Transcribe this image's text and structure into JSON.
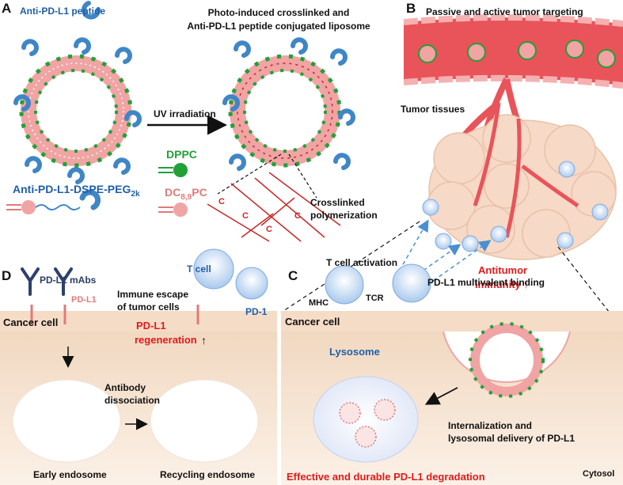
{
  "panel_letters": {
    "a": "A",
    "b": "B",
    "c": "C",
    "d": "D"
  },
  "panel_a": {
    "legend_peptide": "Anti-PD-L1 peptide",
    "title_line1": "Photo-induced crosslinked and",
    "title_line2": "Anti-PD-L1 peptide conjugated liposome",
    "arrow_label": "UV irradiation",
    "dppc": "DPPC",
    "dcpc_main": "DC",
    "dcpc_sub": "8,9",
    "dcpc_end": "PC",
    "conjugate_main": "Anti-PD-L1-DSPE-PEG",
    "conjugate_sub": "2k",
    "crosslink_line1": "Crosslinked",
    "crosslink_line2": "polymerization",
    "carbon": "C"
  },
  "panel_b": {
    "title": "Passive and active tumor targeting",
    "tumor_label": "Tumor tissues",
    "t_cell_activation": "T cell activation",
    "antitumor_line1": "Antitumor",
    "antitumor_line2": "immunity ↑"
  },
  "panel_c": {
    "binding_label": "PD-L1 multivalent binding",
    "mhc": "MHC",
    "tcr": "TCR",
    "cancer_cell": "Cancer cell",
    "lysosome": "Lysosome",
    "internal_line1": "Internalization and",
    "internal_line2": "lysosomal delivery of PD-L1",
    "degradation": "Effective and durable PD-L1 degradation",
    "cytosol": "Cytosol"
  },
  "panel_d": {
    "mabs": "PD-L1 mAbs",
    "pdl1": "PD-L1",
    "t_cell": "T cell",
    "escape_line1": "Immune escape",
    "escape_line2": "of tumor cells",
    "pd1": "PD-1",
    "cancer_cell": "Cancer cell",
    "regen_line1": "PD-L1",
    "regen_line2": "regeneration",
    "regen_arrow": "↑",
    "antibody_line1": "Antibody",
    "antibody_line2": "dissociation",
    "early": "Early endosome",
    "recycling": "Recycling endosome"
  },
  "colors": {
    "blue_text": "#1f5fa8",
    "red_text": "#e01b1b",
    "green": "#21a038",
    "lipid_pink": "#f0a4a4",
    "cell_membrane": "#f5dcc6",
    "tumor_cell": "#f6d9c6",
    "vessel": "#e8545a",
    "t_cell": "#a9c9ee",
    "peptide_blue": "#3f86c6",
    "antibody_navy": "#2f3f6e"
  }
}
